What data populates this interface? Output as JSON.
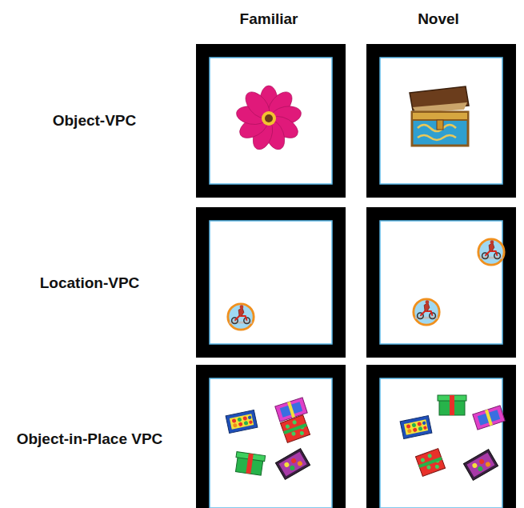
{
  "diagram": {
    "labels": [
      "Familiar",
      "Novel",
      "Object-VPC",
      "Location-VPC",
      "Object-in-Place VPC"
    ]
  }
}
